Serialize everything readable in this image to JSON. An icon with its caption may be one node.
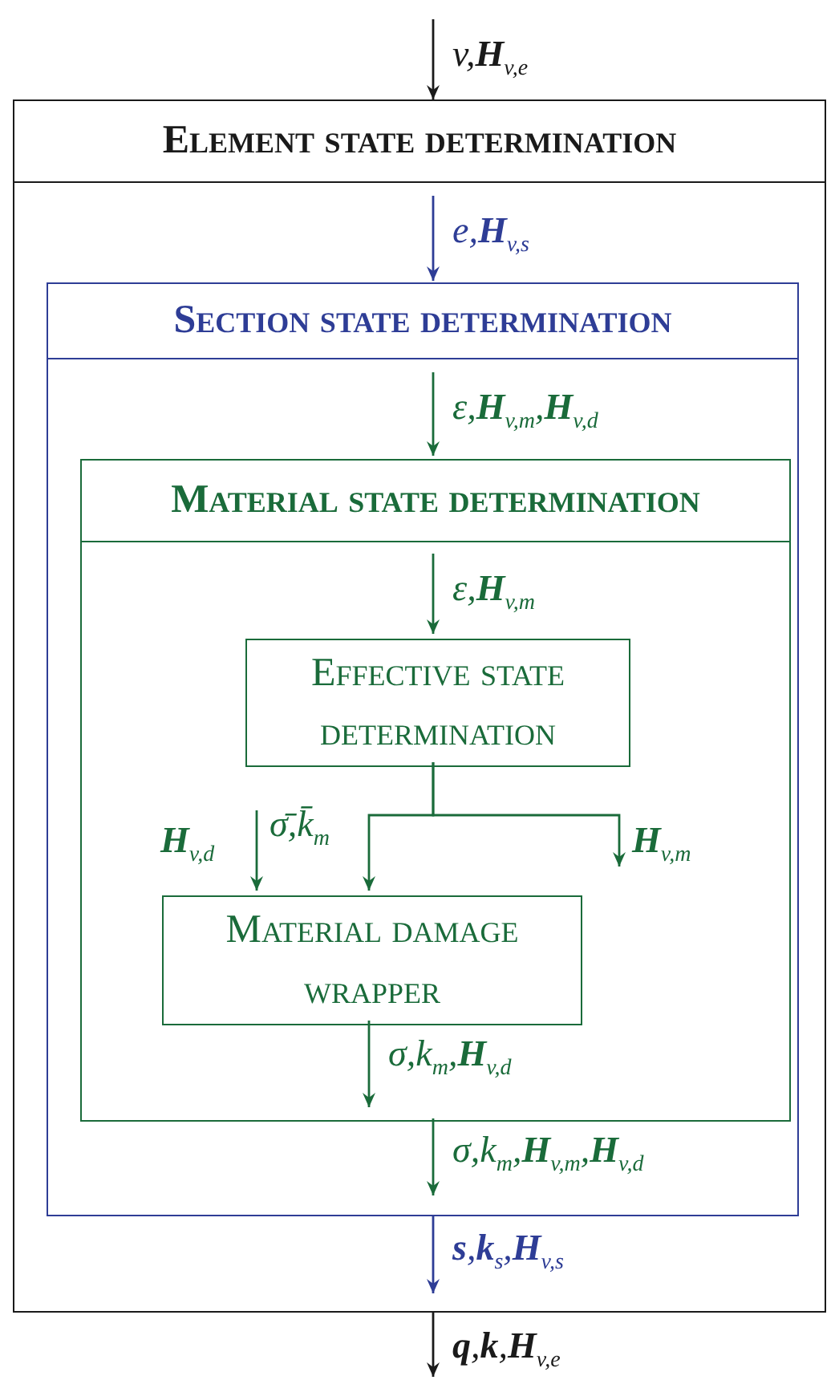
{
  "diagram": {
    "nodes": [
      {
        "text": [
          "Element state determination"
        ]
      },
      {
        "text": [
          "Section state determination"
        ],
        "in": 0
      },
      {
        "text": [
          "Material state determination"
        ],
        "in": 1
      },
      {
        "text": [
          "Effective state determination"
        ],
        "in": 2
      },
      {
        "text": [
          "Material damage wrapper"
        ],
        "in": 2
      }
    ],
    "edges": [
      {
        "from": null,
        "to": 0,
        "arrow": "to",
        "label": "v,**H**$_{v,e}$",
        "color": "#1a1a1a"
      },
      {
        "from": null,
        "to": 1,
        "arrow": "to",
        "label": "e,**H**$_{v,s}$",
        "color": "#2e3d96"
      },
      {
        "from": null,
        "to": 2,
        "arrow": "to",
        "label": "ε,**H**$_{v,m}$,**H**$_{v,d}$"
      },
      {
        "from": null,
        "to": 3,
        "arrow": "to",
        "label": "ε,**H**$_{v,m}$"
      },
      {
        "from": null,
        "to": 4,
        "arrow": "to",
        "label": "**H**$_{v,d}$"
      },
      {
        "from": 3,
        "to": 4,
        "arrow": "to",
        "label": "σ̄,k̄$_{m}$"
      },
      {
        "from": 3,
        "to": null,
        "arrow": "to",
        "label": "**H**$_{v,m}$"
      },
      {
        "from": 4,
        "to": null,
        "arrow": "to",
        "label": "σ,k$_{m}$,**H**$_{v,d}$"
      },
      {
        "from": 2,
        "to": null,
        "arrow": "to",
        "label": "σ,k$_{m}$,**H**$_{v,m}$,**H**$_{v,d}$"
      },
      {
        "from": 1,
        "to": null,
        "arrow": "to",
        "label": "**s**,**k**$_{s}$,**H**$_{v,s}$",
        "color": "#2e3d96"
      },
      {
        "from": 0,
        "to": null,
        "arrow": "to",
        "label": "**q**,**k**,**H**$_{v,e}$",
        "color": "#1a1a1a"
      }
    ]
  }
}
